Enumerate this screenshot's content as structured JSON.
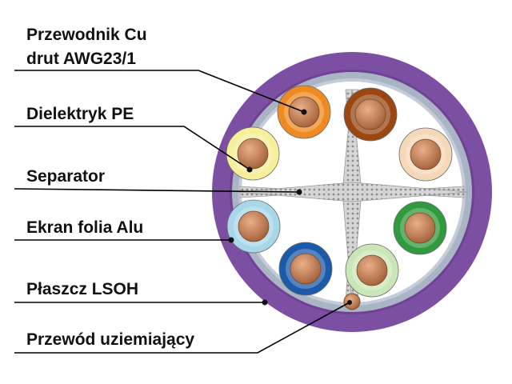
{
  "labels": {
    "conductor_line1": "Przewodnik Cu",
    "conductor_line2": "drut AWG23/1",
    "dielectric": "Dielektryk PE",
    "separator": "Separator",
    "shield": "Ekran folia Alu",
    "jacket": "Płaszcz LSOH",
    "drain_wire": "Przewód uziemiający"
  },
  "colors": {
    "jacket": "#7d4fa2",
    "jacket_inner": "#6f4294",
    "foil": "#a9b4c4",
    "core_bg": "#ffffff",
    "copper": "#b8744a",
    "copper_highlight": "#e2a57a",
    "separator": "#c9c9c9"
  },
  "conductors": [
    {
      "name": "orange",
      "insulation": "#ef8a22"
    },
    {
      "name": "brown",
      "insulation": "#9a4712"
    },
    {
      "name": "yellow",
      "insulation": "#f5ef9a"
    },
    {
      "name": "peach",
      "insulation": "#f6d7b8"
    },
    {
      "name": "light-blue",
      "insulation": "#a9d7ea"
    },
    {
      "name": "green",
      "insulation": "#2f9a3e"
    },
    {
      "name": "blue",
      "insulation": "#1b5aa8"
    },
    {
      "name": "light-green",
      "insulation": "#c9e7b6"
    }
  ]
}
